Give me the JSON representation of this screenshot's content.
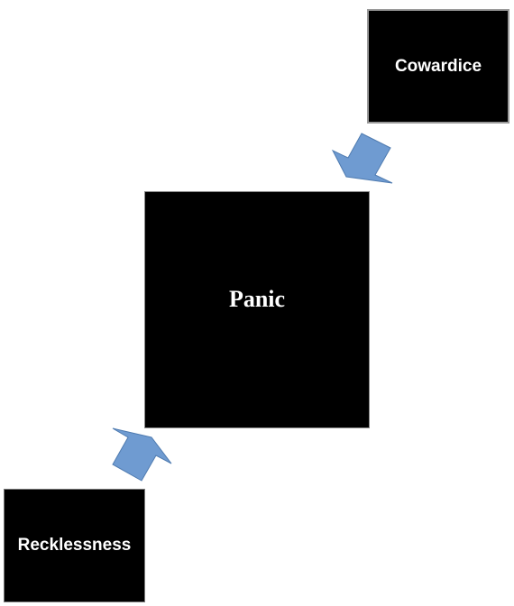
{
  "diagram": {
    "nodes": {
      "cowardice": {
        "label": "Cowardice"
      },
      "panic": {
        "label": "Panic"
      },
      "recklessness": {
        "label": "Recklessness"
      }
    },
    "arrows": [
      {
        "from": "cowardice",
        "to": "panic"
      },
      {
        "from": "recklessness",
        "to": "panic"
      }
    ],
    "colors": {
      "node_fill": "#000000",
      "node_text": "#ffffff",
      "arrow_fill": "#6f9bd1",
      "arrow_stroke": "#4f7bb0"
    }
  }
}
